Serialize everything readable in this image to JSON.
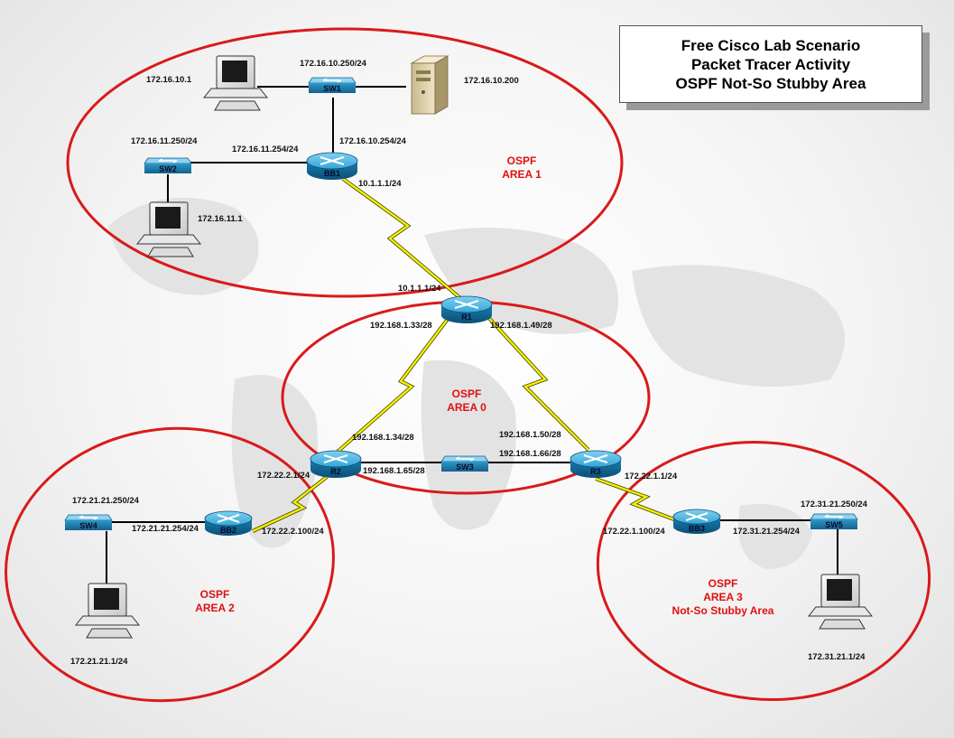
{
  "title": {
    "line1": "Free Cisco Lab Scenario",
    "line2": "Packet Tracer Activity",
    "line3": "OSPF Not-So Stubby Area"
  },
  "areas": {
    "area1": {
      "line1": "OSPF",
      "line2": "AREA 1"
    },
    "area0": {
      "line1": "OSPF",
      "line2": "AREA 0"
    },
    "area2": {
      "line1": "OSPF",
      "line2": "AREA 2"
    },
    "area3": {
      "line1": "OSPF",
      "line2": "AREA 3",
      "line3": "Not-So Stubby Area"
    }
  },
  "devices": {
    "sw1": "SW1",
    "sw2": "SW2",
    "sw3": "SW3",
    "sw4": "SW4",
    "sw5": "SW5",
    "bb1": "BB1",
    "bb2": "BB2",
    "bb3": "BB3",
    "r1": "R1",
    "r2": "R2",
    "r3": "R3"
  },
  "addresses": {
    "pc1": "172.16.10.1",
    "sw1": "172.16.10.250/24",
    "server": "172.16.10.200",
    "bb1_lan10": "172.16.10.254/24",
    "bb1_lan11": "172.16.11.254/24",
    "sw2": "172.16.11.250/24",
    "pc2": "172.16.11.1",
    "bb1_wan": "10.1.1.1/24",
    "r1_wan": "10.1.1.1/24",
    "r1_to_r2": "192.168.1.33/28",
    "r1_to_r3": "192.168.1.49/28",
    "r2_to_r1": "192.168.1.34/28",
    "r3_to_r1": "192.168.1.50/28",
    "r2_lan": "192.168.1.65/28",
    "r3_lan": "192.168.1.66/28",
    "r2_wan": "172.22.2.1/24",
    "bb2_wan": "172.22.2.100/24",
    "bb2_lan": "172.21.21.254/24",
    "sw4": "172.21.21.250/24",
    "pc4": "172.21.21.1/24",
    "r3_wan": "172.22.1.1/24",
    "bb3_wan": "172.22.1.100/24",
    "bb3_lan": "172.31.21.254/24",
    "sw5": "172.31.21.250/24",
    "pc5": "172.31.21.1/24"
  },
  "colors": {
    "area_ring": "#d91a1a",
    "serial_link": "#f4f000",
    "device_blue": "#1f8fc0",
    "ethernet_link": "#000000"
  }
}
